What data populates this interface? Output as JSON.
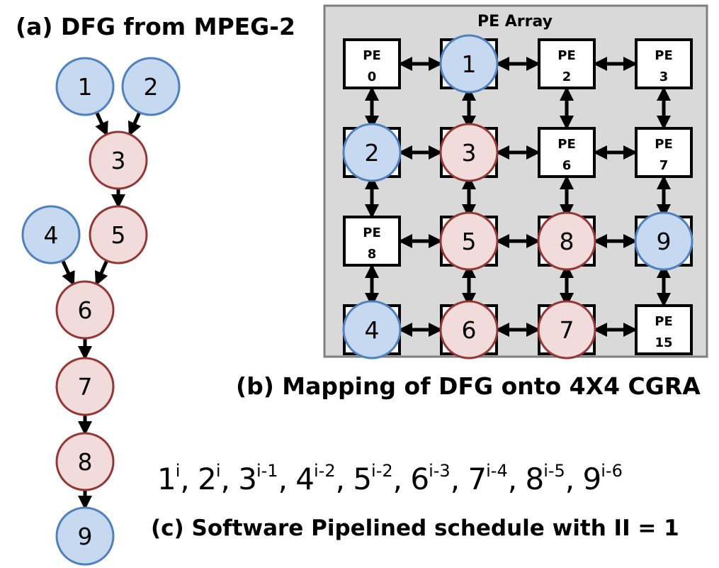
{
  "captions": {
    "a": "(a) DFG from MPEG-2",
    "b": "(b) Mapping of DFG onto 4X4 CGRA",
    "c": "(c) Software Pipelined schedule with II = 1"
  },
  "colors": {
    "input_fill": "#c6d9f1",
    "input_stroke": "#4f81bd",
    "op_fill": "#f2dcdb",
    "op_stroke": "#953735",
    "array_bg": "#d9d9d9",
    "array_border": "#7f7f7f"
  },
  "dfg": {
    "nodes": [
      {
        "id": "1",
        "kind": "input"
      },
      {
        "id": "2",
        "kind": "input"
      },
      {
        "id": "3",
        "kind": "op"
      },
      {
        "id": "4",
        "kind": "input"
      },
      {
        "id": "5",
        "kind": "op"
      },
      {
        "id": "6",
        "kind": "op"
      },
      {
        "id": "7",
        "kind": "op"
      },
      {
        "id": "8",
        "kind": "op"
      },
      {
        "id": "9",
        "kind": "input"
      }
    ],
    "edges": [
      [
        "1",
        "3"
      ],
      [
        "2",
        "3"
      ],
      [
        "3",
        "5"
      ],
      [
        "4",
        "6"
      ],
      [
        "5",
        "6"
      ],
      [
        "6",
        "7"
      ],
      [
        "7",
        "8"
      ],
      [
        "8",
        "9"
      ]
    ]
  },
  "pe_array": {
    "title": "PE Array",
    "pe_label": "PE",
    "rows": 4,
    "cols": 4,
    "mapping": {
      "1": "1",
      "4": "2",
      "5": "3",
      "9": "5",
      "10": "8",
      "11": "9",
      "12": "4",
      "13": "6",
      "14": "7"
    }
  },
  "schedule": [
    {
      "node": "1",
      "iter": "i"
    },
    {
      "node": "2",
      "iter": "i"
    },
    {
      "node": "3",
      "iter": "i-1"
    },
    {
      "node": "4",
      "iter": "i-2"
    },
    {
      "node": "5",
      "iter": "i-2"
    },
    {
      "node": "6",
      "iter": "i-3"
    },
    {
      "node": "7",
      "iter": "i-4"
    },
    {
      "node": "8",
      "iter": "i-5"
    },
    {
      "node": "9",
      "iter": "i-6"
    }
  ]
}
